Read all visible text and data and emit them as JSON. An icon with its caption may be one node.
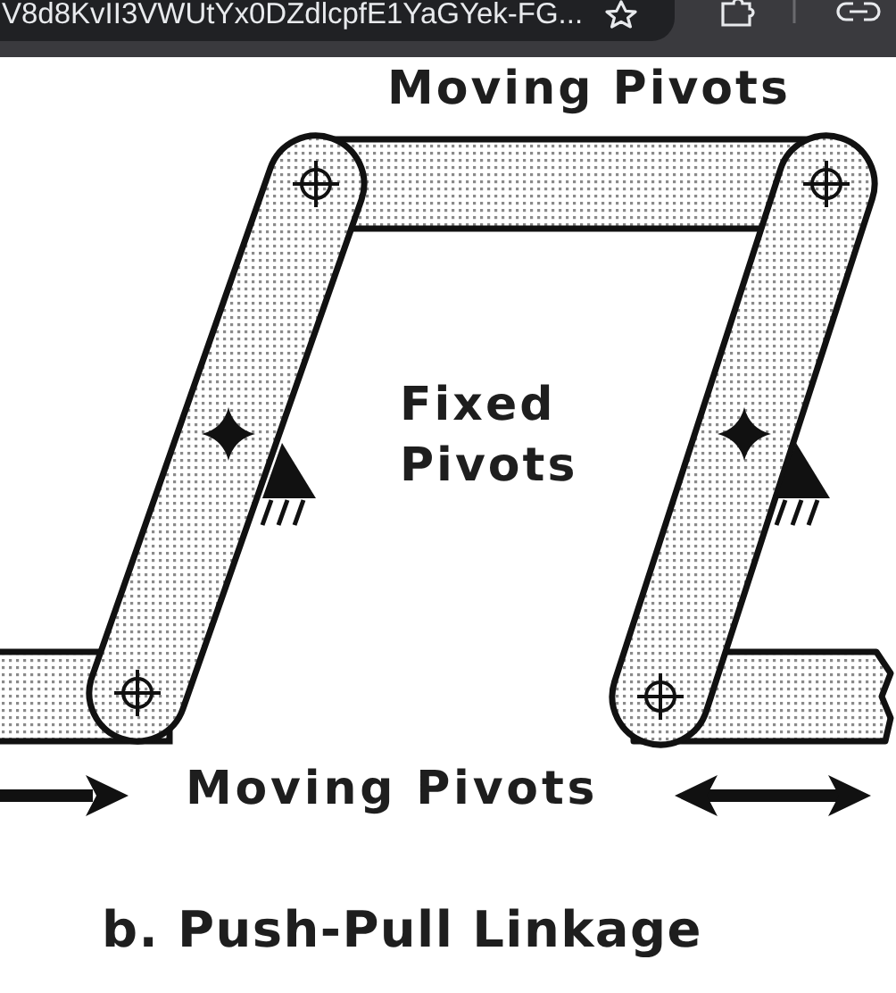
{
  "diagram": {
    "caption": "b. Push-Pull Linkage",
    "labels": [
      "V8d8KvII3VWUtYx0DZdlcpfE1YaGYek-FG...",
      "Moving Pivots",
      "Fixed Pivots",
      "Moving Pivots"
    ]
  }
}
